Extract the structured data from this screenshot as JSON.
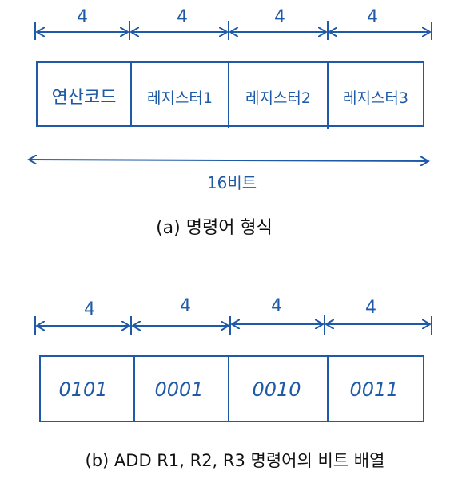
{
  "diagram_a": {
    "field_widths": [
      "4",
      "4",
      "4",
      "4"
    ],
    "fields": [
      "연산코드",
      "레지스터1",
      "레지스터2",
      "레지스터3"
    ],
    "total_label": "16비트",
    "caption": "(a) 명령어 형식"
  },
  "diagram_b": {
    "field_widths": [
      "4",
      "4",
      "4",
      "4"
    ],
    "bits": [
      "0101",
      "0001",
      "0010",
      "0011"
    ],
    "caption": "(b) ADD R1, R2, R3 명령어의 비트 배열"
  },
  "colors": {
    "ink_blue": "#1f5aa6",
    "ink_dark": "#111111"
  }
}
